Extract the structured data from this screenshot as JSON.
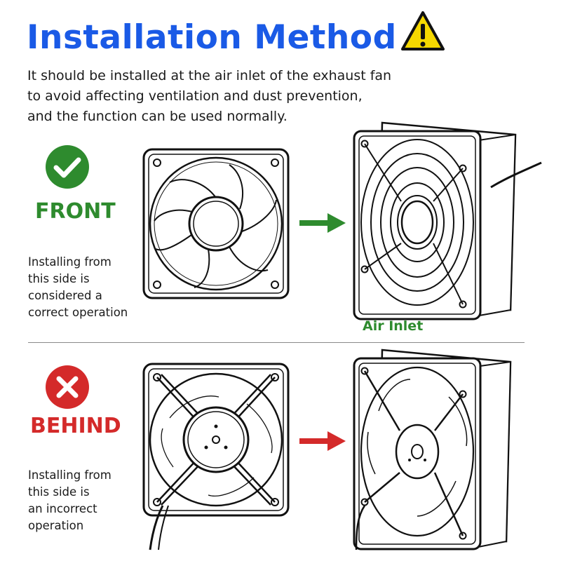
{
  "title": "Installation Method",
  "description": [
    "It should be installed at the air inlet of the exhaust fan",
    "to avoid affecting ventilation and dust prevention,",
    "and the function can be used normally."
  ],
  "front": {
    "label": "FRONT",
    "note": [
      "Installing from",
      "this side is",
      "considered a",
      "correct operation"
    ],
    "color": "#2e8b2e",
    "icon": "checkmark-icon"
  },
  "behind": {
    "label": "BEHIND",
    "note": [
      "Installing from",
      "this side is",
      "an incorrect",
      "operation"
    ],
    "color": "#d42a2a",
    "icon": "x-icon"
  },
  "air_inlet_label": "Air Inlet",
  "colors": {
    "title": "#1a5ae6",
    "warning": "#f5d800",
    "green": "#2e8b2e",
    "red": "#d42a2a"
  },
  "icons": [
    "warning-icon",
    "checkmark-icon",
    "x-icon",
    "fan-front-icon",
    "fan-back-icon",
    "arrow-right-icon"
  ]
}
